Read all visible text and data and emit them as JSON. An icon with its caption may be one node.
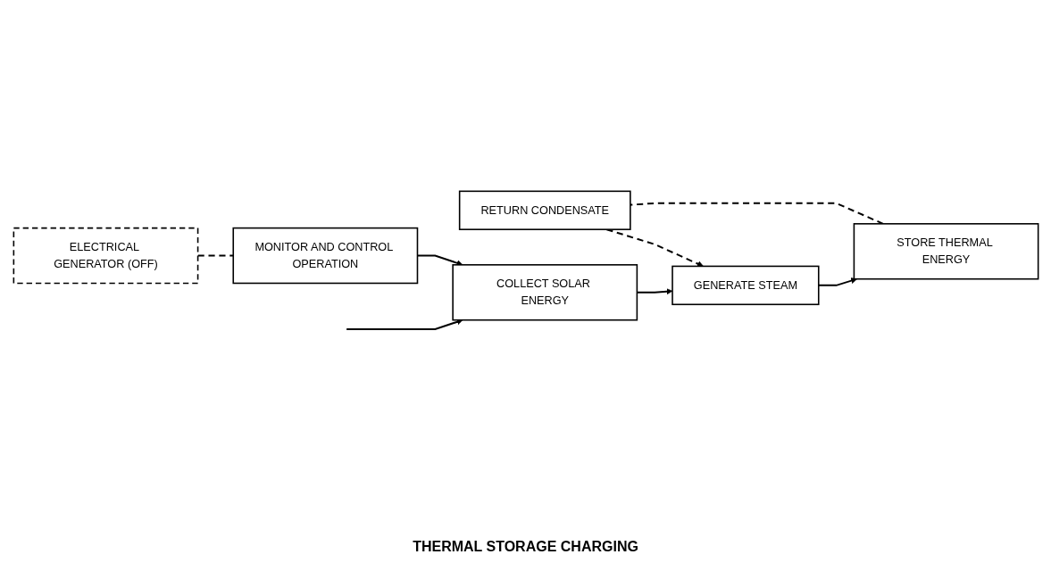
{
  "diagram": {
    "caption": "THERMAL STORAGE CHARGING",
    "nodes": [
      {
        "text": [
          "RETURN CONDENSATE"
        ]
      },
      {
        "text": [
          "STORE THERMAL ENERGY"
        ]
      },
      {
        "text": [
          "COLLECT SOLAR ENERGY"
        ]
      },
      {
        "text": [
          "GENERATE STEAM"
        ]
      },
      {
        "text": [
          "ELECTRICAL GENERATOR (OFF)"
        ]
      },
      {
        "text": [
          "MONITOR AND CONTROL OPERATION"
        ]
      }
    ],
    "edges": [
      {
        "from": 1,
        "to": 0,
        "arrow": "none",
        "style": "dashed"
      },
      {
        "from": 0,
        "to": 3,
        "arrow": "to",
        "style": "dashed"
      },
      {
        "from": 2,
        "to": 3,
        "arrow": "to"
      },
      {
        "from": 3,
        "to": 1,
        "arrow": "to"
      },
      {
        "from": 4,
        "to": 5,
        "arrow": "none",
        "style": "dashed"
      },
      {
        "from": 5,
        "to": 2,
        "arrow": "to"
      },
      {
        "from": null,
        "to": 2,
        "arrow": "to"
      }
    ]
  }
}
